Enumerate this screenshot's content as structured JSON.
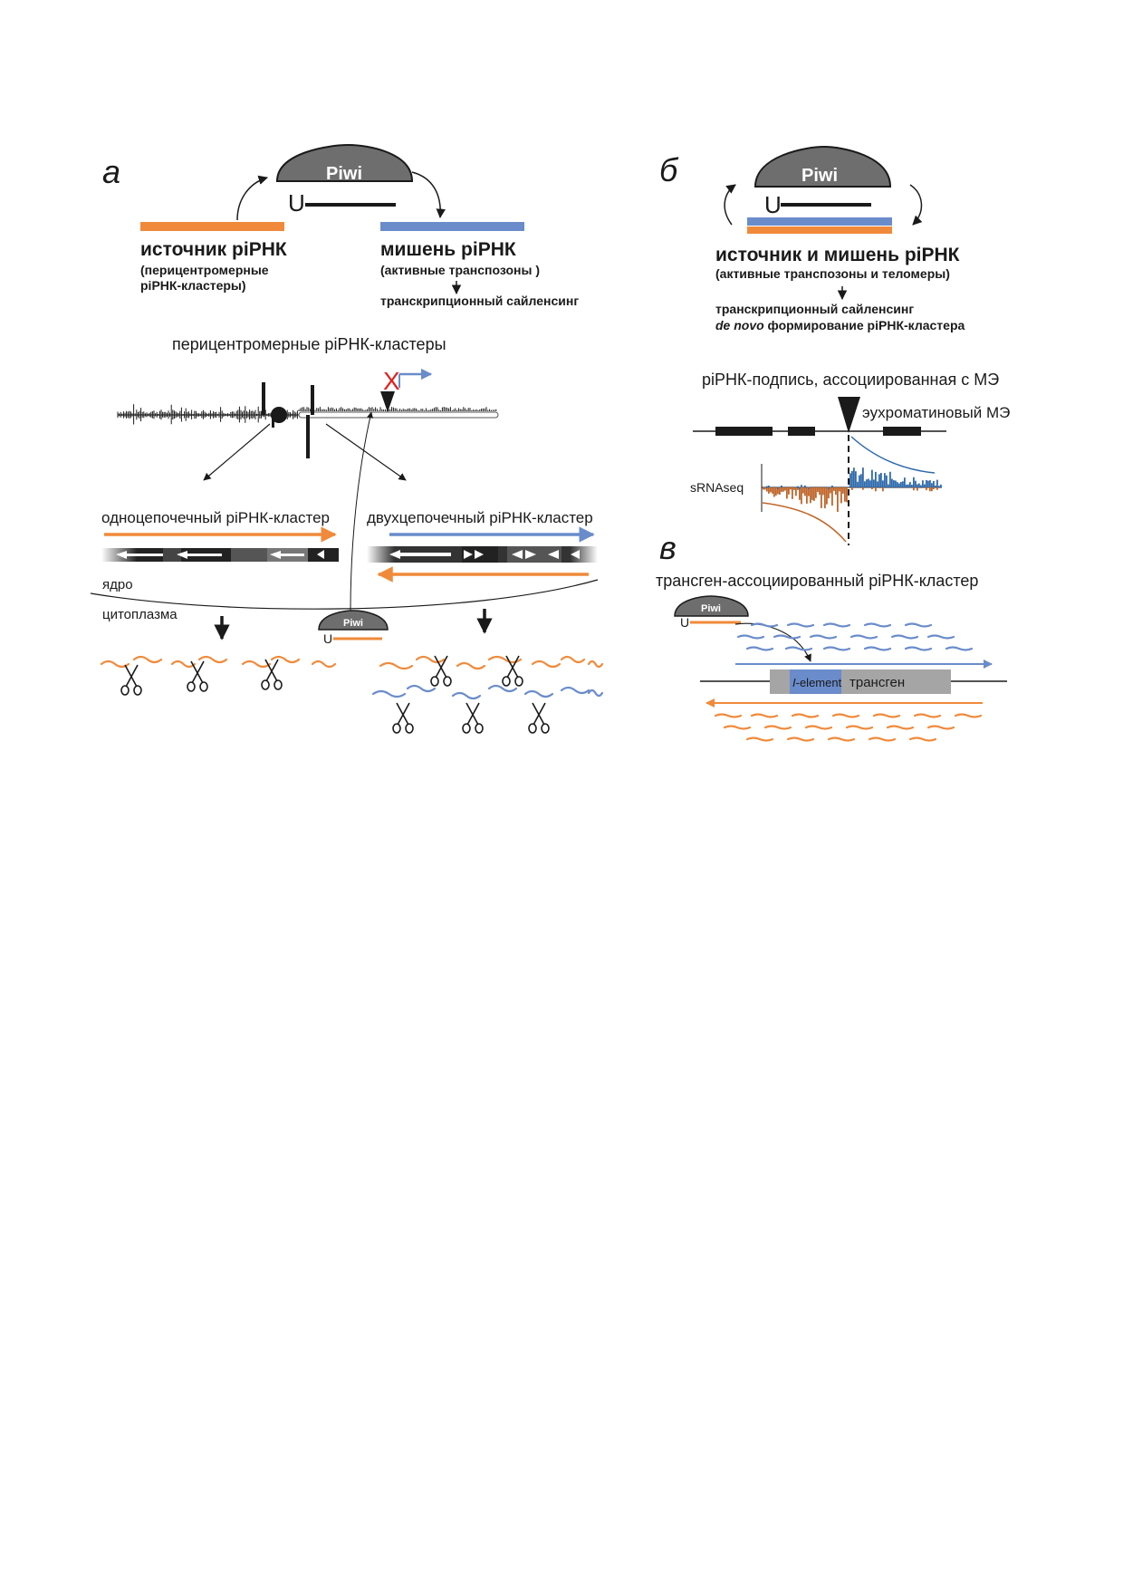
{
  "colors": {
    "orange": "#f08a3a",
    "blue": "#6a8ccb",
    "piwi_fill": "#6e6e6e",
    "dark": "#1a1a1a",
    "gray_box": "#a5a5a5",
    "seq_blue": "#2f6aad",
    "seq_orange": "#c0662a"
  },
  "panel_a": {
    "letter": "а",
    "piwi_label": "Piwi",
    "u_label": "U",
    "source_title": "источник piРНК",
    "source_sub1": "(перицентромерные",
    "source_sub2": "piРНК-кластеры)",
    "target_title": "мишень piРНК",
    "target_sub": "(активные транспозоны )",
    "silencing": "транскрипционный сайленсинг",
    "clusters_title": "перицентромерные piРНК-кластеры",
    "x_mark": "X",
    "uni_cluster": "одноцепочечный piРНК-кластер",
    "dual_cluster": "двухцепочечный piРНК-кластер",
    "nucleus": "ядро",
    "cytoplasm": "цитоплазма",
    "small_piwi_label": "Piwi",
    "small_u_label": "U"
  },
  "panel_b": {
    "letter": "б",
    "piwi_label": "Piwi",
    "u_label": "U",
    "title": "источник и мишень piРНК",
    "sub": "(активные транспозоны и теломеры)",
    "silencing": "транскрипционный сайленсинг",
    "denovo_italic": "de novo",
    "denovo_rest": " формирование piРНК-кластера",
    "signature": "piРНК-подпись, ассоциированная с МЭ",
    "euchromatic": "эухроматиновый МЭ",
    "srnaseq": "sRNAseq"
  },
  "panel_c": {
    "letter": "в",
    "title": "трансген-ассоциированный piРНК-кластер",
    "piwi_label": "Piwi",
    "u_label": "U",
    "element_italic": "I",
    "element_rest": "-element",
    "transgene": "трансген"
  }
}
